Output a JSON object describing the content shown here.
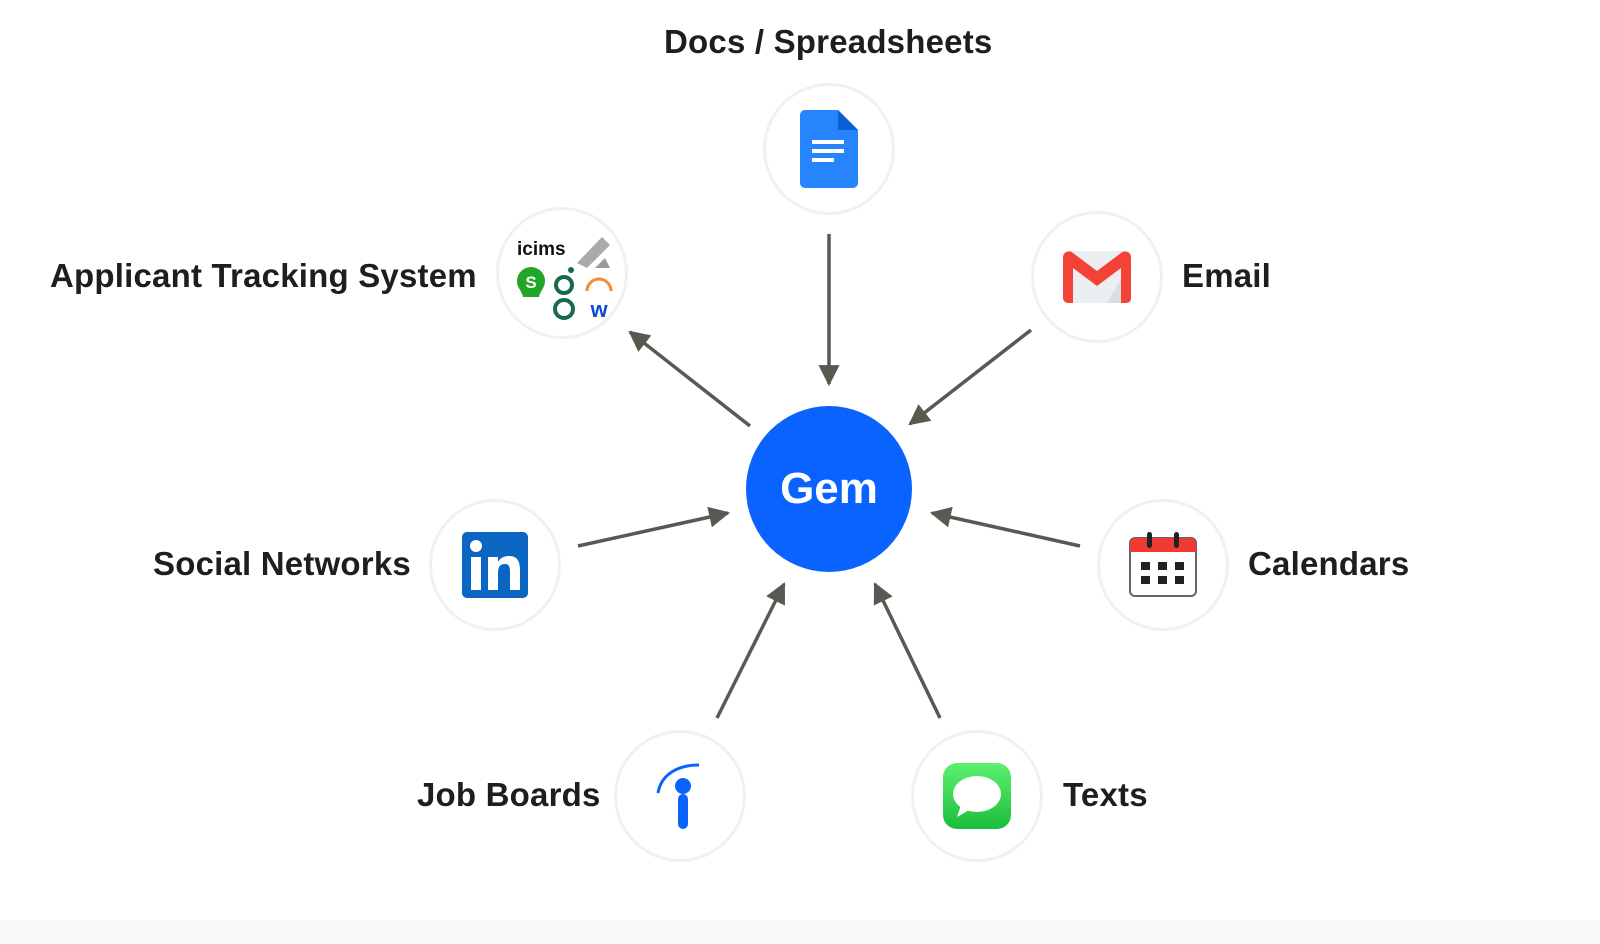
{
  "hub": {
    "label": "Gem",
    "color": "#0b63ff"
  },
  "nodes": {
    "docs": {
      "label": "Docs / Spreadsheets",
      "icon": "google-docs-icon"
    },
    "ats": {
      "label": "Applicant Tracking System",
      "icon": "ats-logos-icon",
      "logos": [
        "icims",
        "smartrecruiters",
        "greenhouse",
        "lever",
        "workday"
      ]
    },
    "email": {
      "label": "Email",
      "icon": "gmail-icon"
    },
    "social": {
      "label": "Social Networks",
      "icon": "linkedin-icon"
    },
    "calendars": {
      "label": "Calendars",
      "icon": "calendar-icon"
    },
    "jobboards": {
      "label": "Job Boards",
      "icon": "indeed-icon"
    },
    "texts": {
      "label": "Texts",
      "icon": "messages-icon"
    }
  },
  "colors": {
    "arrow": "#575a50",
    "node_border": "#f1f1f1",
    "text": "#1e1e1e"
  }
}
